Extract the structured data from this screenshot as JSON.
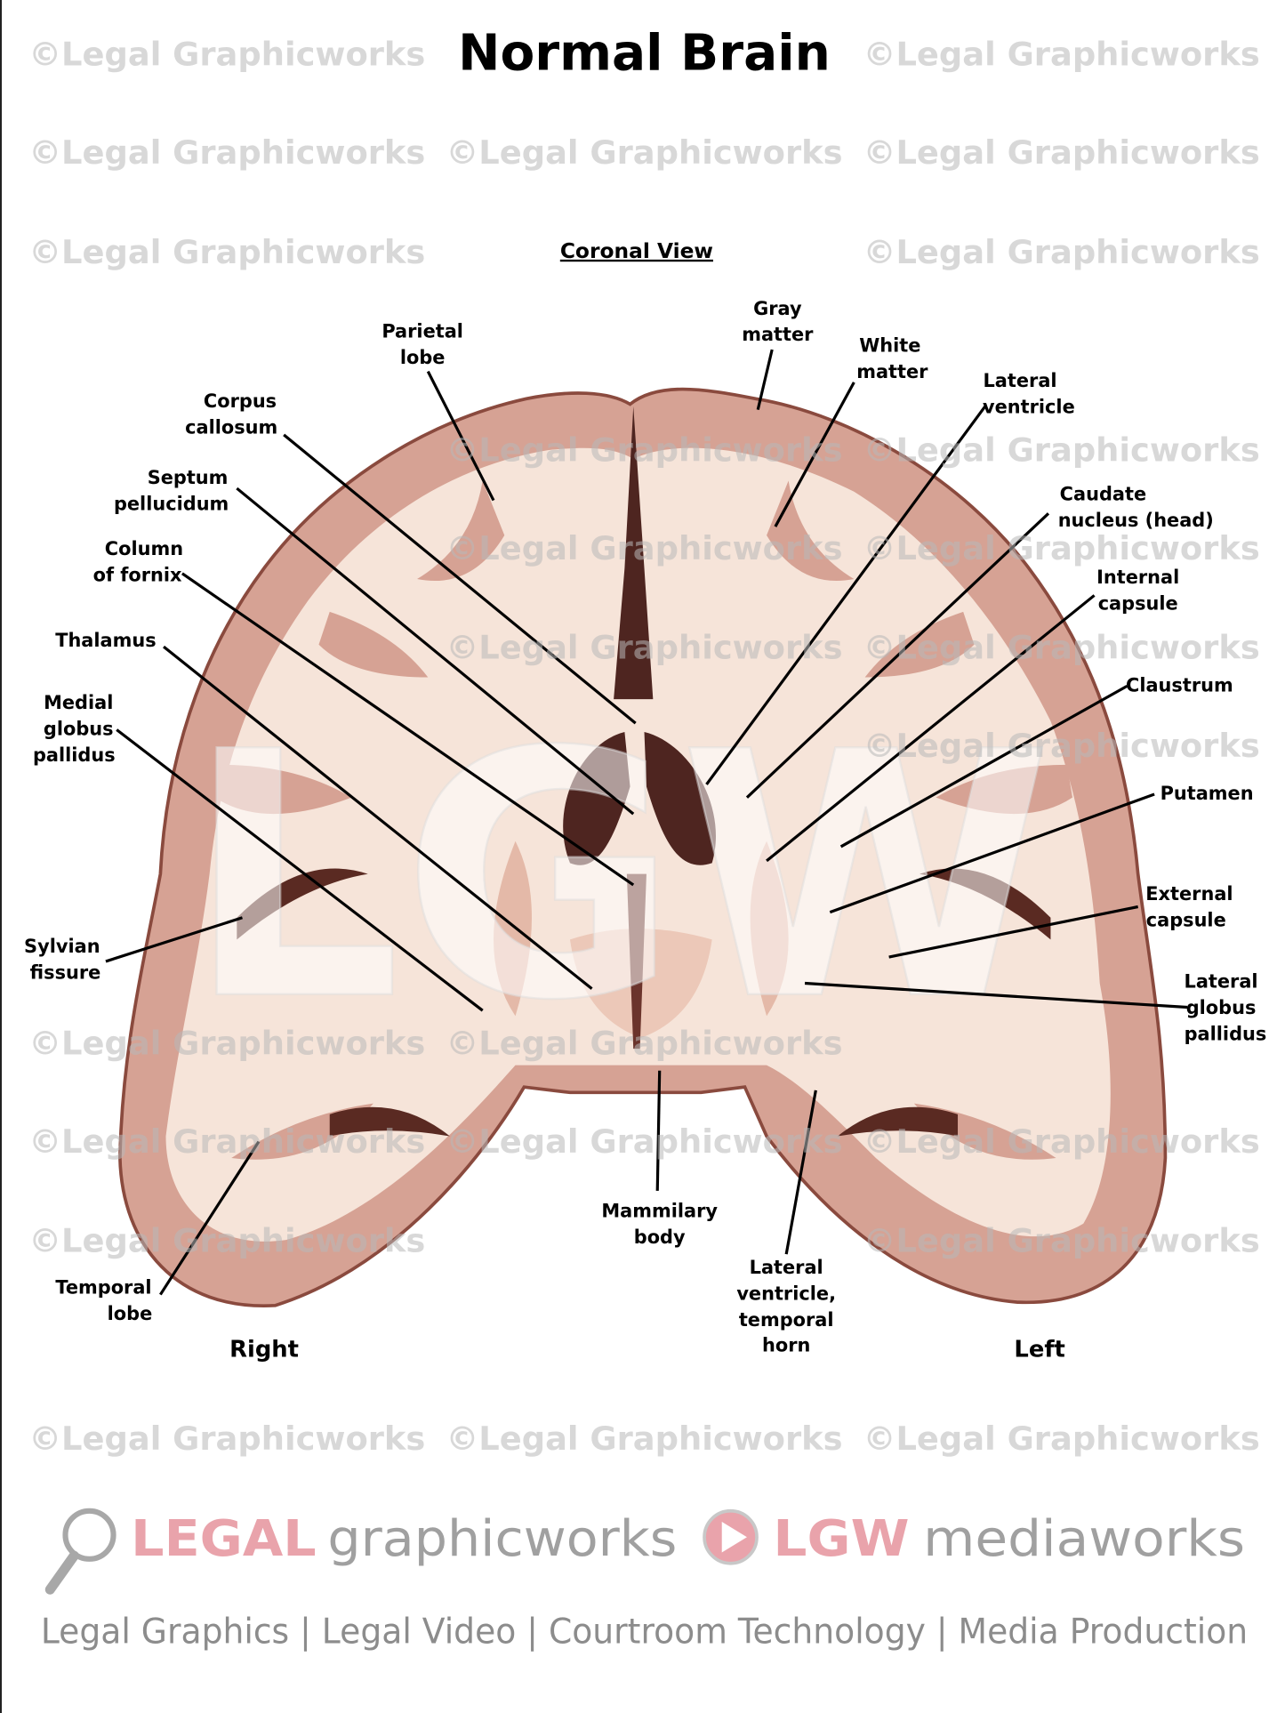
{
  "title": "Normal Brain",
  "subtitle": "Coronal View",
  "watermark": "©Legal Graphicworks",
  "big_watermark": "LGW",
  "sides": {
    "right": "Right",
    "left": "Left"
  },
  "labels": {
    "parietal_lobe": [
      "Parietal",
      "lobe"
    ],
    "gray_matter": [
      "Gray",
      "matter"
    ],
    "white_matter": [
      "White",
      "matter"
    ],
    "lateral_ventricle": [
      "Lateral",
      "ventricle"
    ],
    "corpus_callosum": [
      "Corpus",
      "callosum"
    ],
    "septum_pellucidum": [
      "Septum",
      "pellucidum"
    ],
    "caudate_nucleus": [
      "Caudate",
      "nucleus (head)"
    ],
    "column_of_fornix": [
      "Column",
      "of fornix"
    ],
    "internal_capsule": [
      "Internal",
      "capsule"
    ],
    "thalamus": [
      "Thalamus"
    ],
    "claustrum": [
      "Claustrum"
    ],
    "medial_globus_pallidus": [
      "Medial",
      "globus",
      "pallidus"
    ],
    "putamen": [
      "Putamen"
    ],
    "external_capsule": [
      "External",
      "capsule"
    ],
    "sylvian_fissure": [
      "Sylvian",
      "fissure"
    ],
    "lateral_globus_pallidus": [
      "Lateral",
      "globus",
      "pallidus"
    ],
    "mammilary_body": [
      "Mammilary",
      "body"
    ],
    "temporal_horn": [
      "Lateral",
      "ventricle,",
      "temporal",
      "horn"
    ],
    "temporal_lobe": [
      "Temporal",
      "lobe"
    ]
  },
  "footer": {
    "logo1_a": "LEGAL",
    "logo1_b": "graphicworks",
    "logo2_a": "LGW",
    "logo2_b": "mediaworks",
    "tagline": "Legal Graphics | Legal Video | Courtroom Technology | Media Production"
  },
  "colors": {
    "pink": "#e9a3ab",
    "gray": "#a0a0a0",
    "brain_gray_matter": "#d6a294",
    "brain_white_matter": "#f6e4d9",
    "ventricle": "#4e2520"
  }
}
